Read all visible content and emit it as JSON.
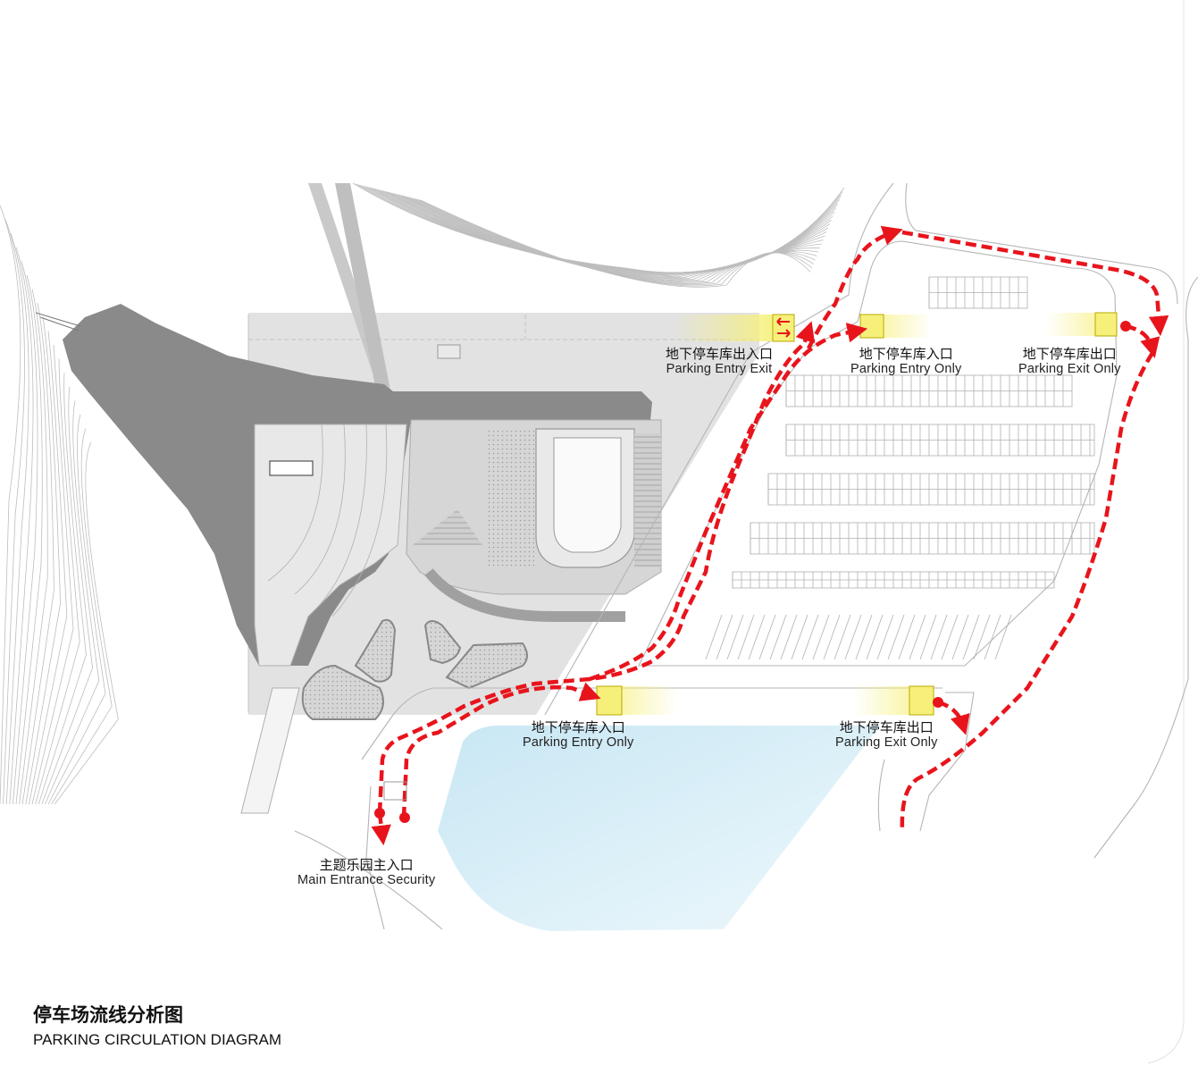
{
  "labels": {
    "entry_exit_north": {
      "cn": "地下停车库出入口",
      "en": "Parking Entry Exit"
    },
    "entry_only_north": {
      "cn": "地下停车库入口",
      "en": "Parking Entry Only"
    },
    "exit_only_north": {
      "cn": "地下停车库出口",
      "en": "Parking Exit Only"
    },
    "entry_only_south": {
      "cn": "地下停车库入口",
      "en": "Parking Entry Only"
    },
    "exit_only_south": {
      "cn": "地下停车库出口",
      "en": "Parking Exit Only"
    },
    "main_entrance": {
      "cn": "主题乐园主入口",
      "en": "Main Entrance Security"
    }
  },
  "title": {
    "cn": "停车场流线分析图",
    "en": "PARKING CIRCULATION DIAGRAM"
  },
  "colors": {
    "route": "#e8141c",
    "entry_highlight": "#f6f07a",
    "building_dark": "#8a8a8a",
    "site_gray": "#dcdcdc",
    "water": "#d4edf7"
  }
}
